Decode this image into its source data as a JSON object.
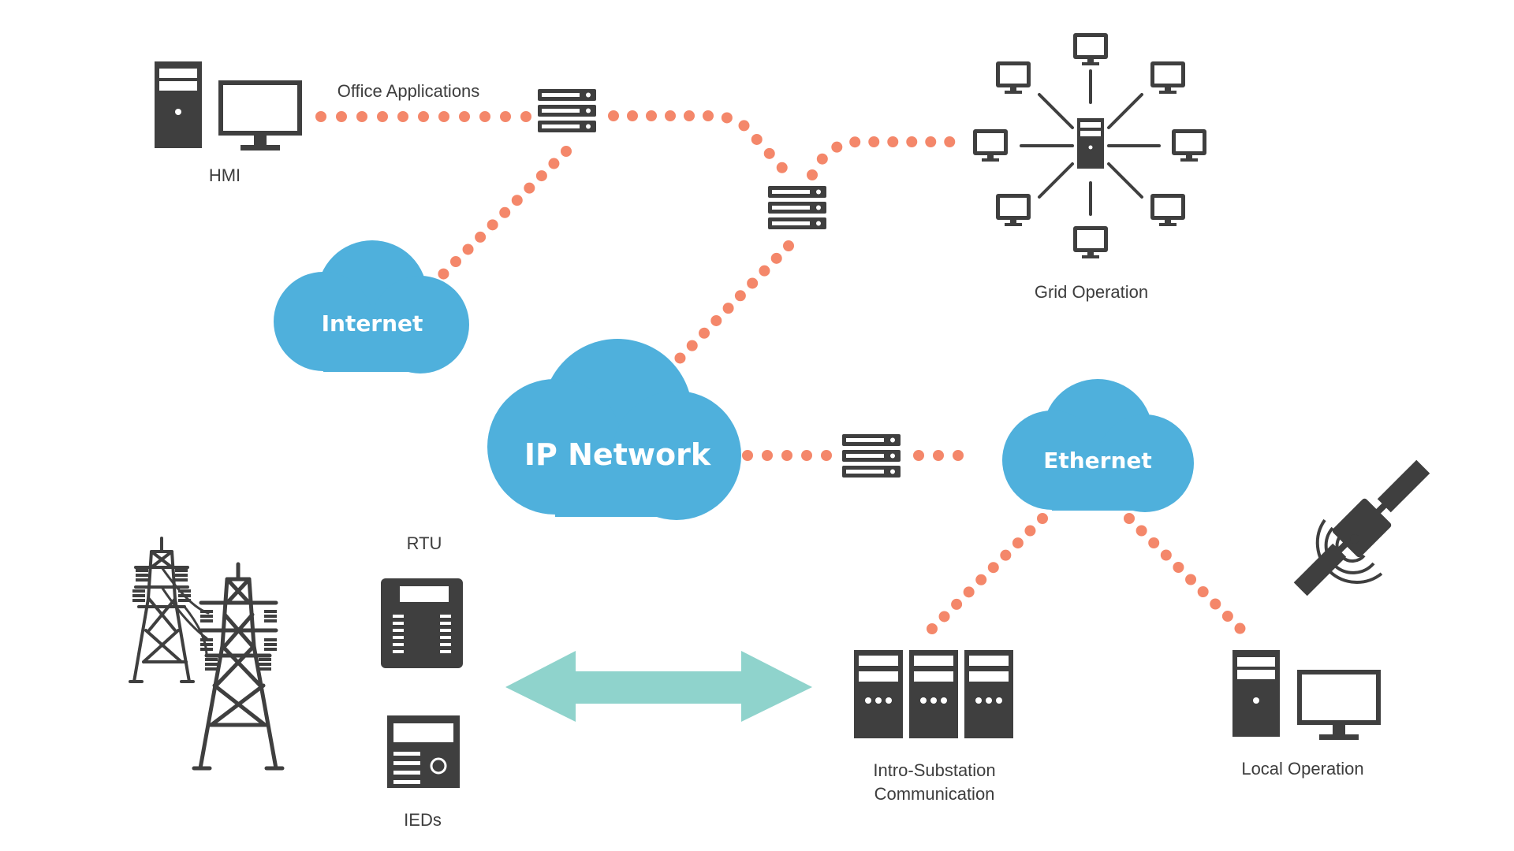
{
  "colors": {
    "cloud": "#4fb0dc",
    "link_dots": "#f4876a",
    "device": "#3f3f3f",
    "arrow": "#8fd3cc",
    "label": "#3d3d3d"
  },
  "labels": {
    "hmi": "HMI",
    "office_applications": "Office Applications",
    "grid_operation": "Grid Operation",
    "rtu": "RTU",
    "ieds": "IEDs",
    "intro_substation_line1": "Intro-Substation",
    "intro_substation_line2": "Communication",
    "local_operation": "Local Operation"
  },
  "clouds": {
    "internet": "Internet",
    "ip_network": "IP Network",
    "ethernet": "Ethernet"
  },
  "icons": [
    "hmi-tower-icon",
    "hmi-monitor-icon",
    "server-rack-icon",
    "star-network-icon",
    "transmission-tower-icon",
    "rtu-device-icon",
    "ied-device-icon",
    "bidirectional-arrow-icon",
    "server-cluster-icon",
    "satellite-icon",
    "local-tower-icon",
    "local-monitor-icon"
  ]
}
